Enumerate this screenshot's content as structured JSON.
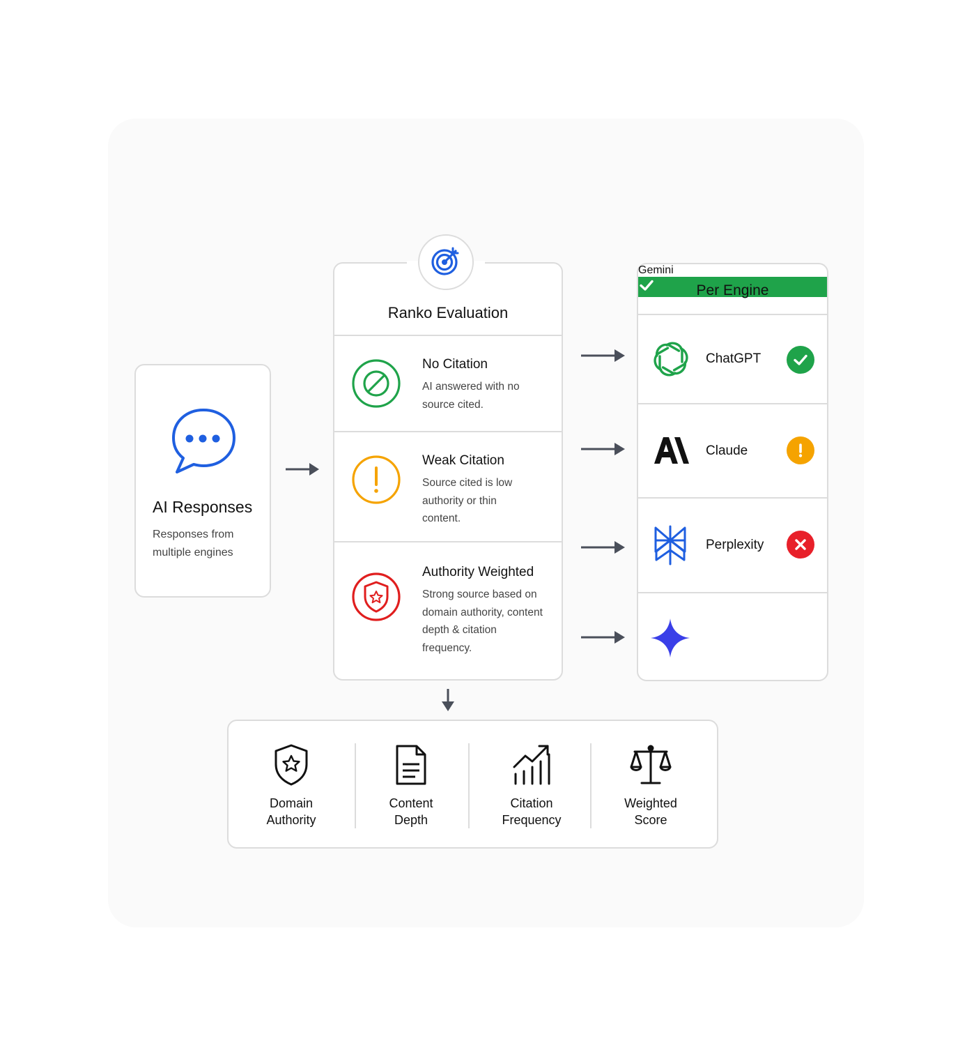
{
  "ai_responses": {
    "title": "AI Responses",
    "subtitle": "Responses from multiple engines"
  },
  "evaluation": {
    "title": "Ranko Evaluation",
    "rows": [
      {
        "title": "No Citation",
        "description": "AI answered with no source cited.",
        "color": "#1fa34a"
      },
      {
        "title": "Weak Citation",
        "description": "Source cited is low authority or thin content.",
        "color": "#f5a300"
      },
      {
        "title": "Authority Weighted",
        "description": "Strong source based on domain authority, content depth & citation frequency.",
        "color": "#e01e1e"
      }
    ]
  },
  "per_engine": {
    "title": "Per Engine",
    "engines": [
      {
        "name": "ChatGPT",
        "status": "check",
        "status_color": "#1fa34a"
      },
      {
        "name": "Claude",
        "status": "warning",
        "status_color": "#f5a300"
      },
      {
        "name": "Perplexity",
        "status": "cross",
        "status_color": "#e8202a"
      },
      {
        "name": "Gemini",
        "status": "check",
        "status_color": "#1fa34a"
      }
    ]
  },
  "factors": [
    {
      "label": "Domain\nAuthority",
      "icon": "shield-star-icon"
    },
    {
      "label": "Content\nDepth",
      "icon": "document-icon"
    },
    {
      "label": "Citation\nFrequency",
      "icon": "growth-chart-icon"
    },
    {
      "label": "Weighted\nScore",
      "icon": "scale-icon"
    }
  ],
  "colors": {
    "accent_blue": "#1f5fe0",
    "border": "#dcdcdc",
    "arrow": "#4a4f5a"
  }
}
